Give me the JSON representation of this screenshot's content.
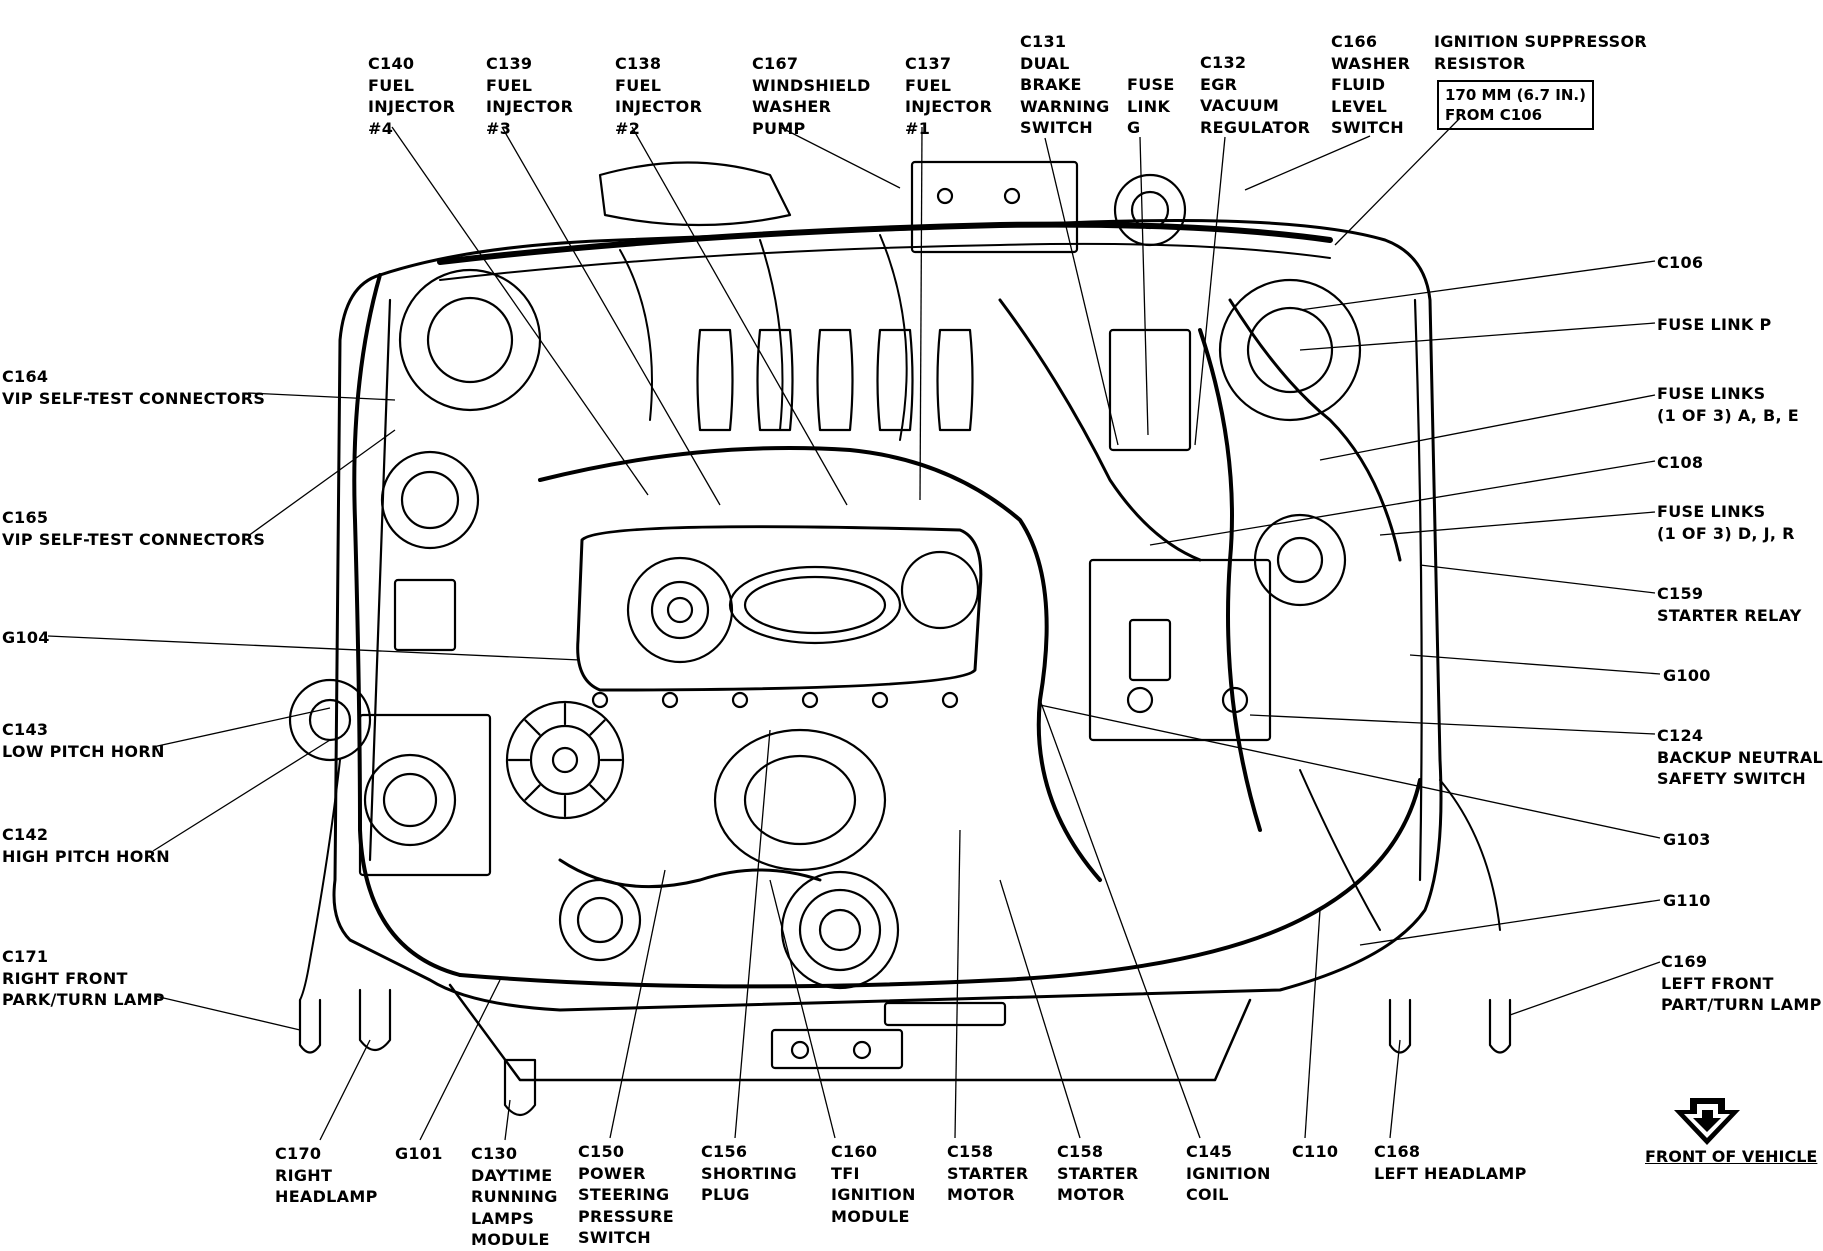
{
  "labels": [
    {
      "id": "c140",
      "text": "C140\nFUEL\nINJECTOR\n#4"
    },
    {
      "id": "c139",
      "text": "C139\nFUEL\nINJECTOR\n#3"
    },
    {
      "id": "c138",
      "text": "C138\nFUEL\nINJECTOR\n#2"
    },
    {
      "id": "c167",
      "text": "C167\nWINDSHIELD\nWASHER\nPUMP"
    },
    {
      "id": "c137",
      "text": "C137\nFUEL\nINJECTOR\n#1"
    },
    {
      "id": "c131",
      "text": "C131\nDUAL\nBRAKE\nWARNING\nSWITCH"
    },
    {
      "id": "fuse-link-g",
      "text": "FUSE\nLINK\nG"
    },
    {
      "id": "c132",
      "text": "C132\nEGR\nVACUUM\nREGULATOR"
    },
    {
      "id": "c166",
      "text": "C166\nWASHER\nFLUID\nLEVEL\nSWITCH"
    },
    {
      "id": "ign-suppressor",
      "text": "IGNITION SUPPRESSOR\nRESISTOR"
    },
    {
      "id": "c106",
      "text": "C106"
    },
    {
      "id": "fuse-link-p",
      "text": "FUSE LINK P"
    },
    {
      "id": "fuse-links-abe",
      "text": "FUSE LINKS\n(1 OF 3) A, B, E"
    },
    {
      "id": "c108",
      "text": "C108"
    },
    {
      "id": "fuse-links-djr",
      "text": "FUSE LINKS\n(1 OF 3) D, J, R"
    },
    {
      "id": "c159",
      "text": "C159\nSTARTER RELAY"
    },
    {
      "id": "g100",
      "text": "G100"
    },
    {
      "id": "c124",
      "text": "C124\nBACKUP NEUTRAL\nSAFETY SWITCH"
    },
    {
      "id": "g103",
      "text": "G103"
    },
    {
      "id": "g110",
      "text": "G110"
    },
    {
      "id": "c169",
      "text": "C169\nLEFT FRONT\nPART/TURN LAMP"
    },
    {
      "id": "c164",
      "text": "C164\nVIP SELF-TEST CONNECTORS"
    },
    {
      "id": "c165",
      "text": "C165\nVIP SELF-TEST CONNECTORS"
    },
    {
      "id": "g104",
      "text": "G104"
    },
    {
      "id": "c143",
      "text": "C143\nLOW PITCH HORN"
    },
    {
      "id": "c142",
      "text": "C142\nHIGH PITCH HORN"
    },
    {
      "id": "c171",
      "text": "C171\nRIGHT FRONT\nPARK/TURN LAMP"
    },
    {
      "id": "c170",
      "text": "C170\nRIGHT\nHEADLAMP"
    },
    {
      "id": "g101",
      "text": "G101"
    },
    {
      "id": "c130",
      "text": "C130\nDAYTIME\nRUNNING\nLAMPS\nMODULE"
    },
    {
      "id": "c150",
      "text": "C150\nPOWER\nSTEERING\nPRESSURE\nSWITCH"
    },
    {
      "id": "c156",
      "text": "C156\nSHORTING\nPLUG"
    },
    {
      "id": "c160",
      "text": "C160\nTFI\nIGNITION\nMODULE"
    },
    {
      "id": "c158a",
      "text": "C158\nSTARTER\nMOTOR"
    },
    {
      "id": "c158b",
      "text": "C158\nSTARTER\nMOTOR"
    },
    {
      "id": "c145",
      "text": "C145\nIGNITION\nCOIL"
    },
    {
      "id": "c110",
      "text": "C110"
    },
    {
      "id": "c168",
      "text": "C168\nLEFT HEADLAMP"
    }
  ],
  "resistor_note": "170 MM (6.7 IN.)\nFROM C106",
  "front_label": "FRONT OF VEHICLE"
}
